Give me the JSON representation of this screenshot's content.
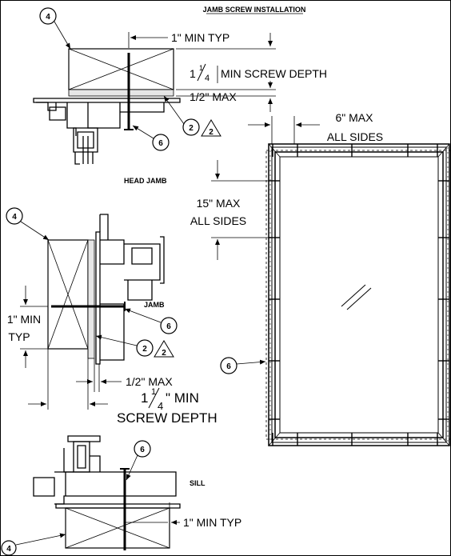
{
  "title": "JAMB SCREW INSTALLATION",
  "labels": {
    "head_jamb": "HEAD JAMB",
    "jamb": "JAMB",
    "sill": "SILL"
  },
  "dimensions": {
    "head_min_typ": "1\" MIN TYP",
    "head_screw_depth_whole": "1",
    "head_screw_depth_text": "MIN SCREW DEPTH",
    "head_half_max": "1/2\" MAX",
    "spacing_6_line1": "6\" MAX",
    "spacing_6_line2": "ALL SIDES",
    "spacing_15_line1": "15\" MAX",
    "spacing_15_line2": "ALL SIDES",
    "jamb_min_line1": "1\" MIN",
    "jamb_min_line2": "TYP",
    "jamb_half_max": "1/2\" MAX",
    "jamb_screw_whole": "1",
    "jamb_screw_min": "\" MIN",
    "jamb_screw_depth": "SCREW DEPTH",
    "sill_min_typ": "1\" MIN TYP"
  },
  "fraction": {
    "num": "1",
    "den": "4"
  },
  "callouts": {
    "c4": "4",
    "c2": "2",
    "c6": "6",
    "rev2": "2"
  }
}
